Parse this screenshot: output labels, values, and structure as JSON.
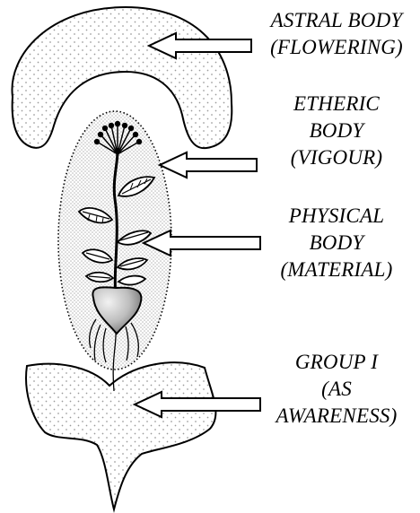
{
  "labels": {
    "astral": {
      "line1": "ASTRAL BODY",
      "line2": "(FLOWERING)"
    },
    "etheric": {
      "line1": "ETHERIC",
      "line2": "BODY",
      "line3": "(VIGOUR)"
    },
    "physical": {
      "line1": "PHYSICAL",
      "line2": "BODY",
      "line3": "(MATERIAL)"
    },
    "group": {
      "line1": "GROUP I",
      "line2": "(AS",
      "line3": "AWARENESS)"
    }
  },
  "colors": {
    "ink": "#000000",
    "dot_fill": "#9a9a9a",
    "halo_fill": "#b0b0b0",
    "bulb_light": "#f2f2f2",
    "bulb_dark": "#6a6a6a"
  }
}
